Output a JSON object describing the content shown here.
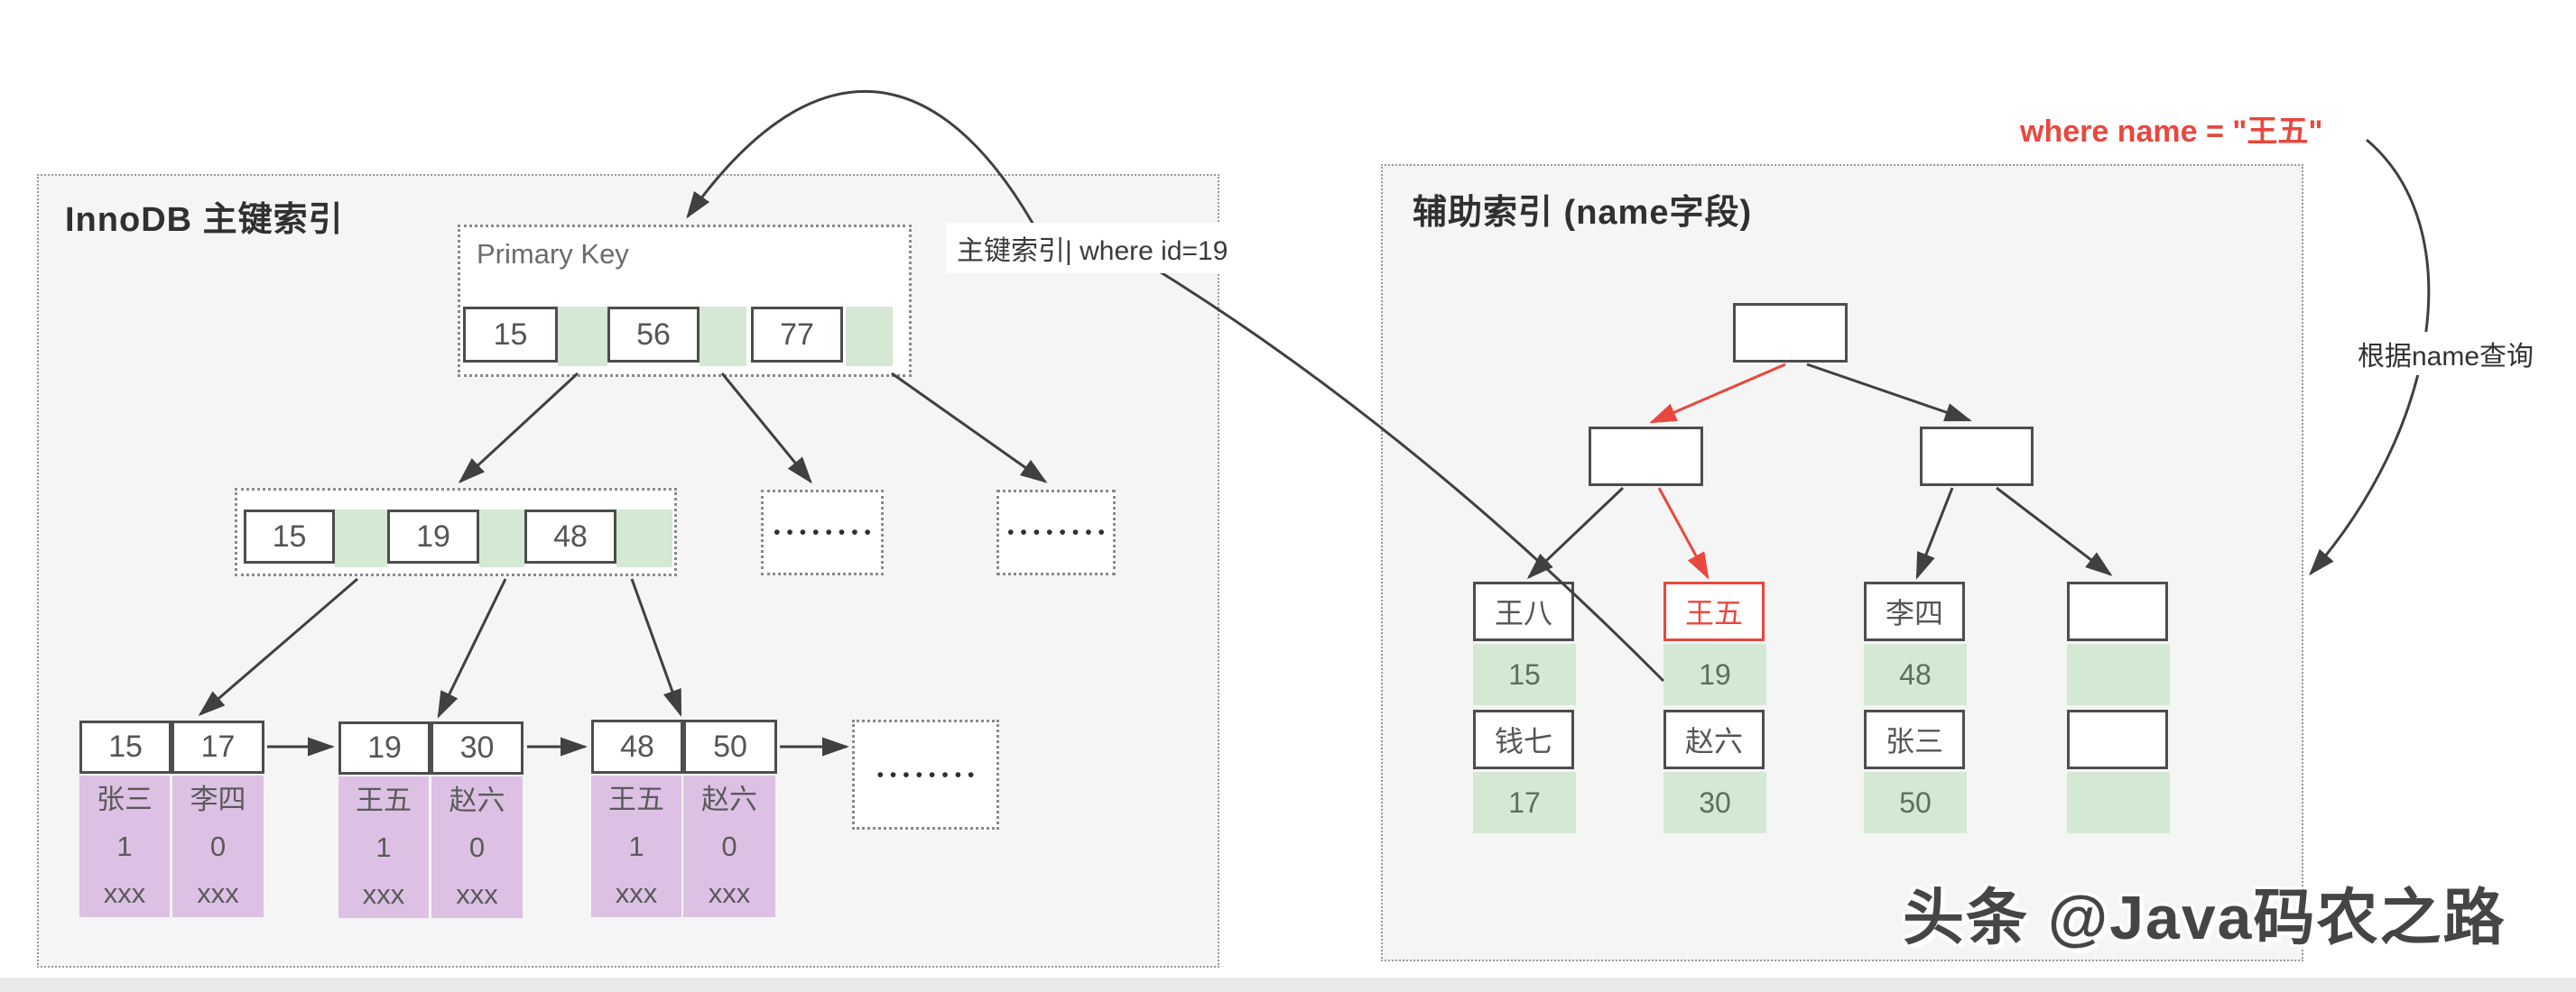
{
  "left_panel": {
    "title": "InnoDB 主键索引",
    "root": {
      "label": "Primary Key",
      "keys": [
        "15",
        "56",
        "77"
      ]
    },
    "internal": {
      "keys": [
        "15",
        "19",
        "48"
      ]
    },
    "leaves": [
      {
        "keys": [
          "15",
          "17"
        ],
        "cols": [
          [
            "张三",
            "1",
            "xxx"
          ],
          [
            "李四",
            "0",
            "xxx"
          ]
        ]
      },
      {
        "keys": [
          "19",
          "30"
        ],
        "cols": [
          [
            "王五",
            "1",
            "xxx"
          ],
          [
            "赵六",
            "0",
            "xxx"
          ]
        ]
      },
      {
        "keys": [
          "48",
          "50"
        ],
        "cols": [
          [
            "王五",
            "1",
            "xxx"
          ],
          [
            "赵六",
            "0",
            "xxx"
          ]
        ]
      }
    ]
  },
  "right_panel": {
    "title": "辅助索引 (name字段)",
    "cols": [
      {
        "cells": [
          "王八",
          "15",
          "钱七",
          "17"
        ]
      },
      {
        "cells": [
          "王五",
          "19",
          "赵六",
          "30"
        ]
      },
      {
        "cells": [
          "李四",
          "48",
          "张三",
          "50"
        ]
      },
      {
        "cells": [
          "",
          "",
          "",
          ""
        ]
      }
    ]
  },
  "annotations": {
    "pk_lookup_label": "主键索引| where id=19",
    "where_name_label": "where name = \"王五\"",
    "name_query_label": "根据name查询",
    "watermark": "头条 @Java码农之路"
  },
  "misc": {
    "ellipsis": "••••••••"
  },
  "colors": {
    "panel_bg": "#f5f5f5",
    "key_green": "#d5e8d4",
    "record_purple": "#ddc1e4",
    "highlight_red": "#e8483f",
    "stroke_dark": "#4d4d4d"
  }
}
